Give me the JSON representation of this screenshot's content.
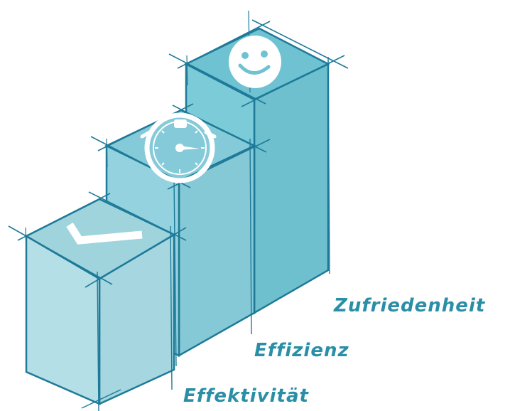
{
  "labels": {
    "effectiveness": "Effektivität",
    "efficiency": "Effizienz",
    "satisfaction": "Zufriedenheit"
  },
  "steps": [
    {
      "level": 1,
      "icon": "checkmark-icon"
    },
    {
      "level": 2,
      "icon": "stopwatch-icon"
    },
    {
      "level": 3,
      "icon": "smiley-icon"
    }
  ],
  "colors": {
    "label_text": "#2a8fa6",
    "outline": "#1e7a98",
    "step1_front": "#b5dfe6",
    "step1_top": "#9fd4dd",
    "step2_front": "#93d2de",
    "step2_top": "#85cad8",
    "step3_front": "#7ccbd9",
    "step3_top": "#6ec2d2",
    "icon": "#ffffff"
  }
}
